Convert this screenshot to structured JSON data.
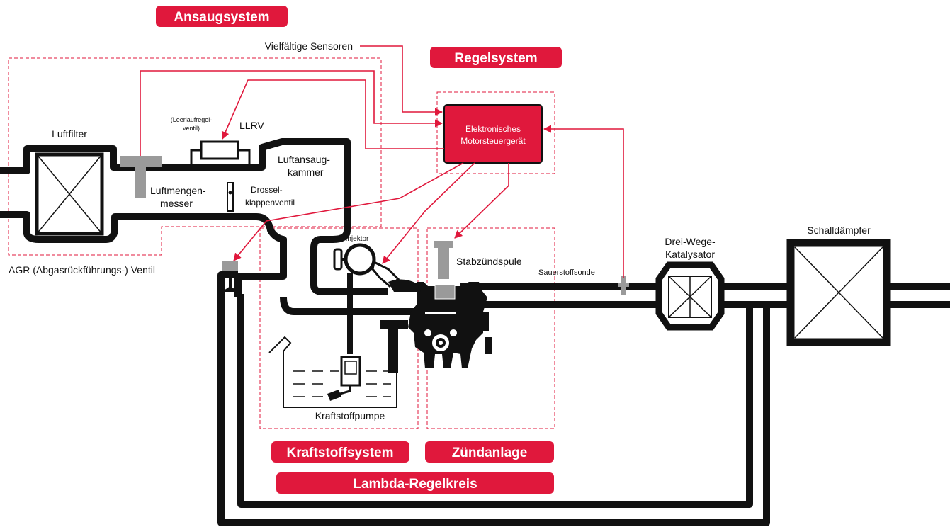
{
  "colors": {
    "accent": "#e0183c",
    "pipe": "#111111",
    "sensor_grey": "#9a9a9a",
    "dashed": "#e0183c"
  },
  "sections": {
    "intake": "Ansaugsystem",
    "control": "Regelsystem",
    "fuel": "Kraftstoffsystem",
    "ignition": "Zündanlage",
    "lambda": "Lambda-Regelkreis"
  },
  "labels": {
    "sensors": "Vielfältige Sensoren",
    "ecu_line1": "Elektronisches",
    "ecu_line2": "Motorsteuergerät",
    "air_filter": "Luftfilter",
    "llrv_note_line1": "(Leerlaufregel-",
    "llrv_note_line2": "ventil)",
    "llrv": "LLRV",
    "intake_chamber_line1": "Luftansaug-",
    "intake_chamber_line2": "kammer",
    "airflow_meter_line1": "Luftmengen-",
    "airflow_meter_line2": "messer",
    "throttle_line1": "Drossel-",
    "throttle_line2": "klappenventil",
    "egr": "AGR (Abgasrückführungs-) Ventil",
    "injector": "Injektor",
    "coil": "Stabzündspule",
    "o2_sensor": "Sauerstoffsonde",
    "catalyst_line1": "Drei-Wege-",
    "catalyst_line2": "Katalysator",
    "muffler": "Schalldämpfer",
    "fuel_pump": "Kraftstoffpumpe"
  }
}
